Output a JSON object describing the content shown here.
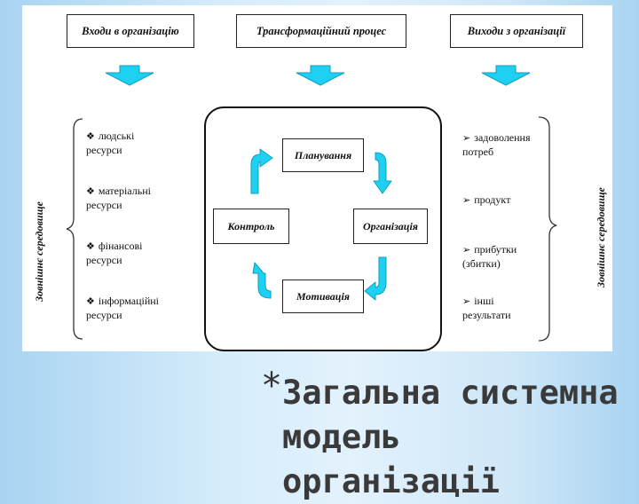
{
  "diagram": {
    "headers": {
      "inputs": "Входи в організацію",
      "process": "Трансформаційний процес",
      "outputs": "Виходи з організації"
    },
    "environment_label": "Зовнішнє середовище",
    "inputs": [
      "людські ресурси",
      "матеріальні ресурси",
      "фінансові ресурси",
      "інформаційні ресурси"
    ],
    "outputs": [
      "задоволення потреб",
      "продукт",
      "прибутки (збитки)",
      "інші результати"
    ],
    "functions": {
      "planning": "Планування",
      "organization": "Організація",
      "motivation": "Мотивація",
      "control": "Контроль"
    },
    "colors": {
      "arrow": "#1ed0f2",
      "arrow_edge": "#0f9fc0"
    }
  },
  "title": {
    "bullet": "*",
    "line1": "Загальна системна",
    "line2": "модель організації"
  }
}
